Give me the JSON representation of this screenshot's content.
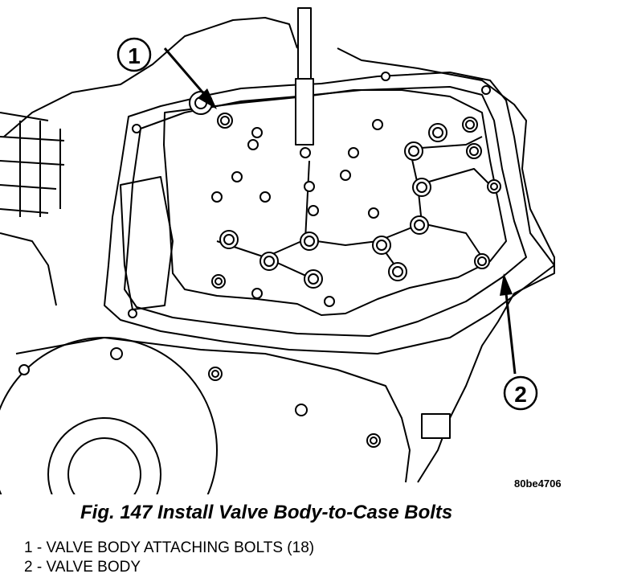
{
  "figure": {
    "id_code": "80be4706",
    "caption": "Fig. 147 Install Valve Body-to-Case Bolts"
  },
  "callouts": [
    {
      "number": "1",
      "label": "VALVE BODY ATTACHING BOLTS (18)"
    },
    {
      "number": "2",
      "label": "VALVE BODY"
    }
  ],
  "legend": [
    "1 - VALVE BODY ATTACHING BOLTS (18)",
    "2 - VALVE BODY"
  ]
}
